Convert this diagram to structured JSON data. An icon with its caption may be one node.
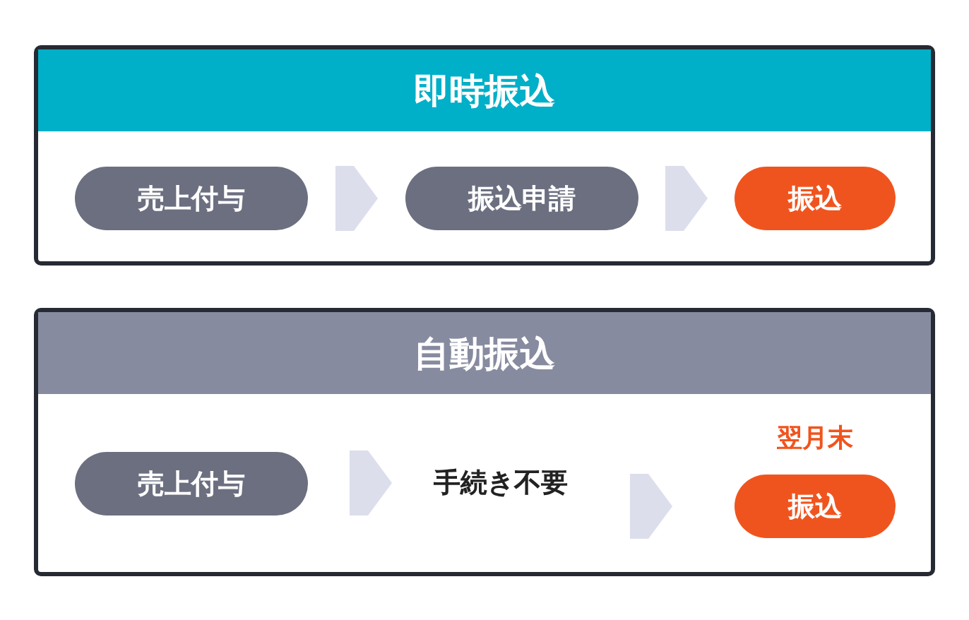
{
  "diagram": {
    "nodes": [
      {
        "text": [
          "即時振込"
        ]
      },
      {
        "text": [
          "売上付与"
        ],
        "in": 0
      },
      {
        "text": [
          "振込申請"
        ],
        "in": 0
      },
      {
        "text": [
          "振込"
        ],
        "in": 0
      },
      {
        "text": [
          "自動振込"
        ]
      },
      {
        "text": [
          "売上付与"
        ],
        "in": 4
      },
      {
        "text": [
          "手続き不要"
        ],
        "in": 4
      },
      {
        "text": [
          "振込"
        ],
        "in": 4,
        "beside": [
          "翌月末"
        ]
      }
    ],
    "edges": [
      {
        "from": 1,
        "to": 2,
        "arrow": "to"
      },
      {
        "from": 2,
        "to": 3,
        "arrow": "to"
      },
      {
        "from": 5,
        "to": 6,
        "arrow": "to"
      },
      {
        "from": 6,
        "to": 7,
        "arrow": "to"
      }
    ]
  }
}
